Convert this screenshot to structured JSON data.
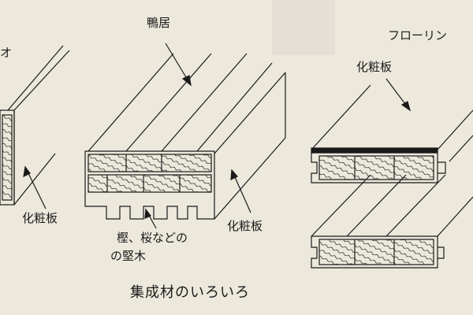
{
  "labels": {
    "top_left_partial": "オ",
    "left_cosmetic": "化粧板",
    "kamoi": "鴨居",
    "hardwood_line1": "樫、桜などの",
    "hardwood_line2": "の堅木",
    "middle_cosmetic": "化粧板",
    "flooring": "フローリン",
    "right_cosmetic": "化粧板"
  },
  "caption": "集成材のいろいろ",
  "colors": {
    "background": "#ece8dc",
    "ink": "#1a1a1a"
  }
}
